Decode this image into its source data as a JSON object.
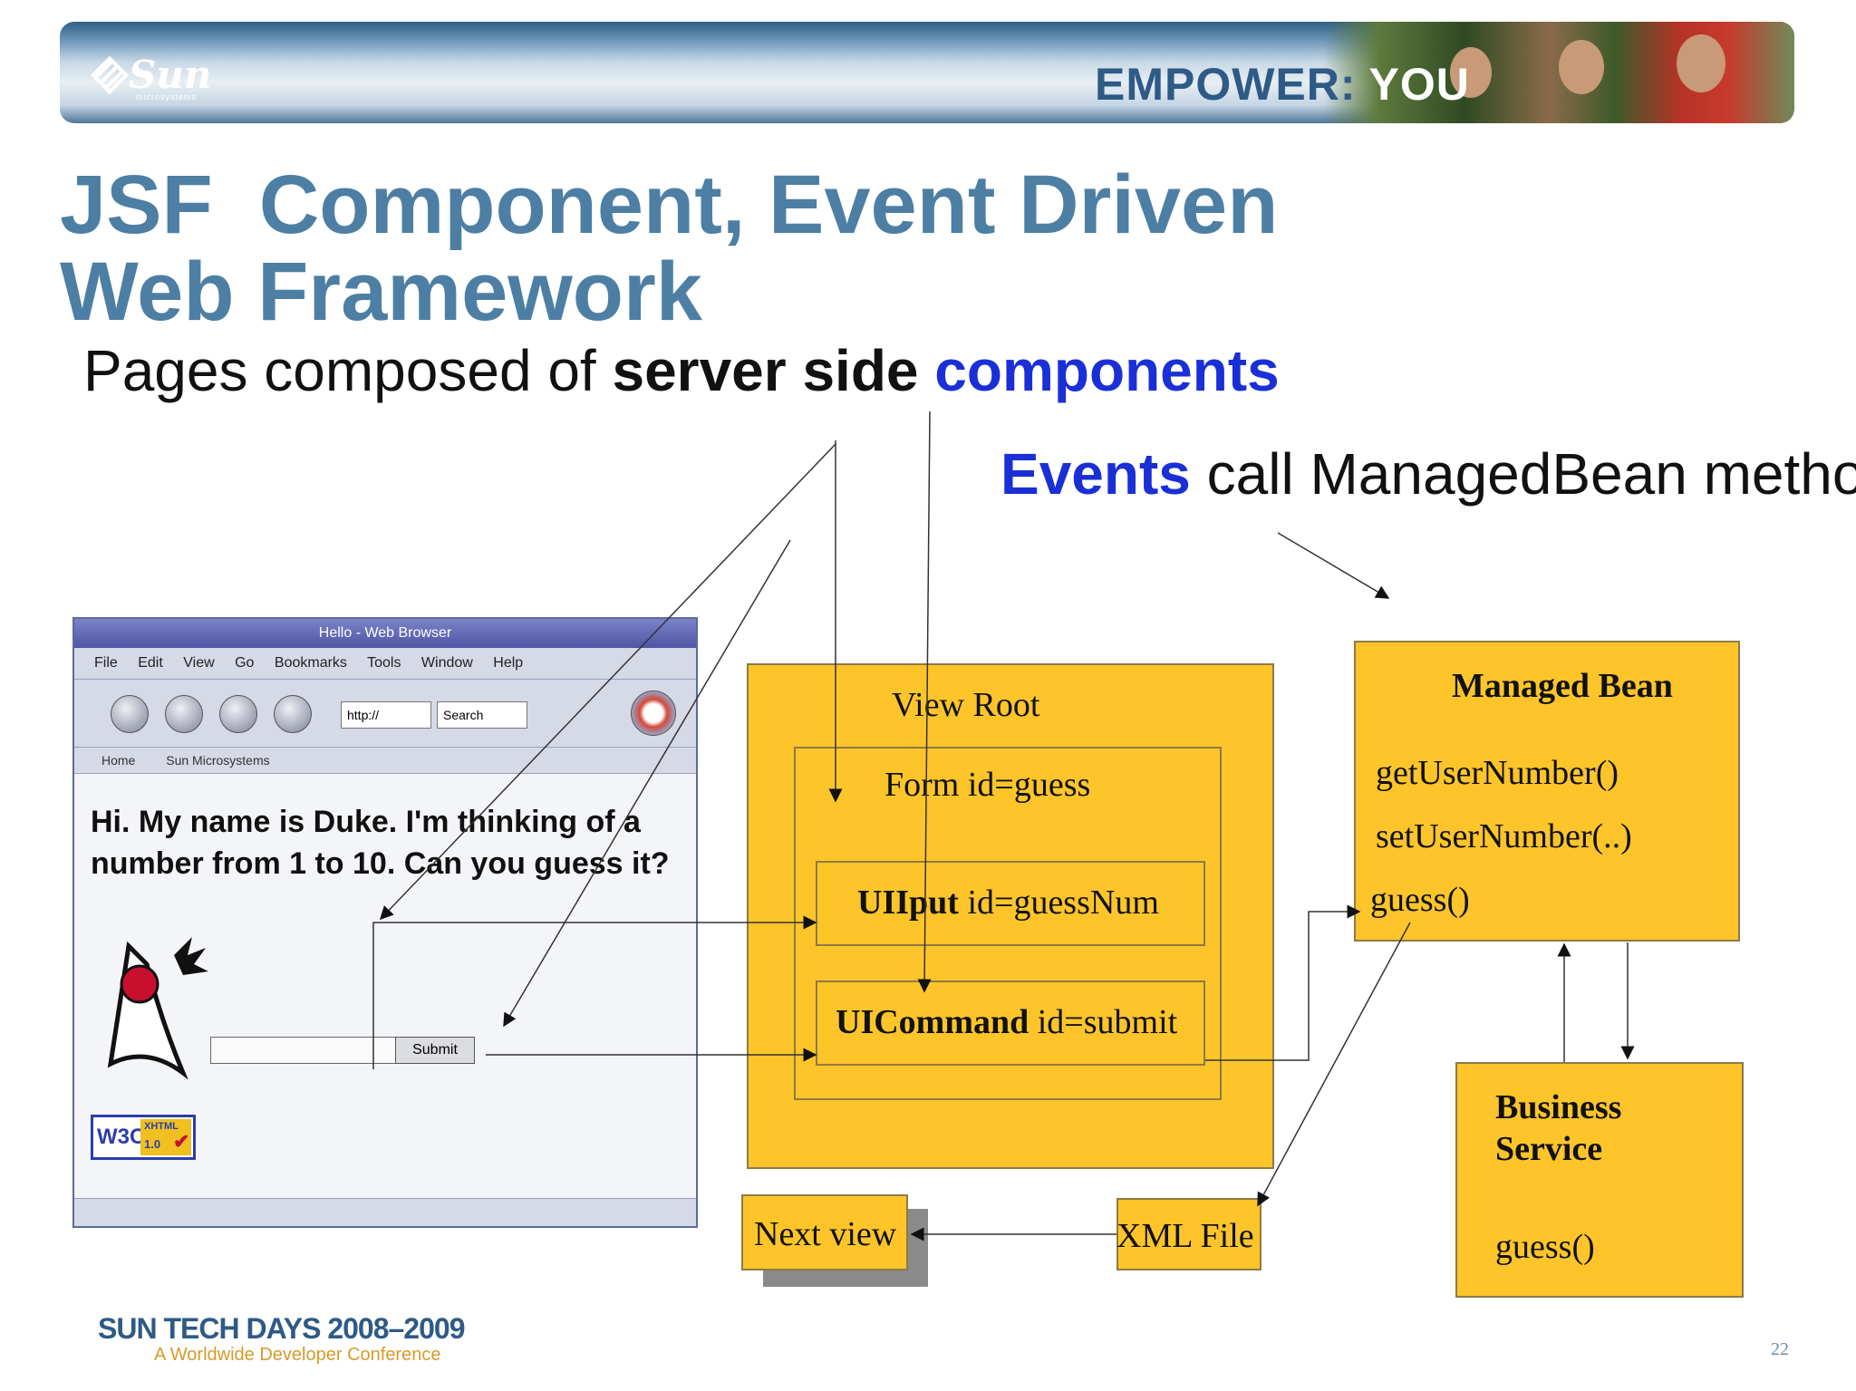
{
  "banner": {
    "logo_text": "Sun",
    "logo_subtext": "microsystems",
    "tagline_prefix": "EMPOWER:",
    "tagline_suffix": "YOU"
  },
  "slide": {
    "title_line1": "JSF  Component, Event Driven",
    "title_line2": "Web Framework",
    "sub_prefix": "Pages composed of ",
    "sub_bold": "server side",
    "sub_blue": "components",
    "events_blue": "Events",
    "events_rest": " call ManagedBean methods",
    "page_number": "22"
  },
  "browser": {
    "title": "Hello - Web Browser",
    "menu": [
      "File",
      "Edit",
      "View",
      "Go",
      "Bookmarks",
      "Tools",
      "Window",
      "Help"
    ],
    "url_box": "http://",
    "search_button": "Search",
    "bookmarks": [
      "Home",
      "Sun Microsystems"
    ],
    "body_text": "Hi. My name is Duke. I'm thinking of a number from 1 to 10. Can you guess it?",
    "submit_label": "Submit",
    "badge_left": "W3C",
    "badge_right_top": "XHTML",
    "badge_right_bottom": "1.0"
  },
  "diagram": {
    "view_root": "View Root",
    "form": "Form id=guess",
    "uiinput_bold": "UIIput",
    "uiinput_rest": " id=guessNum",
    "uicommand_bold": "UICommand",
    "uicommand_rest": " id=submit",
    "managed_bean_title": "Managed Bean",
    "mb_methods": [
      "getUserNumber()",
      "setUserNumber(..)",
      "guess()"
    ],
    "business_service_line1": "Business",
    "business_service_line2": "Service",
    "bs_method": "guess()",
    "next_view": "Next view",
    "xml_file": "XML File"
  },
  "footer": {
    "line1": "SUN TECH DAYS 2008–2009",
    "line2": "A Worldwide Developer Conference"
  }
}
